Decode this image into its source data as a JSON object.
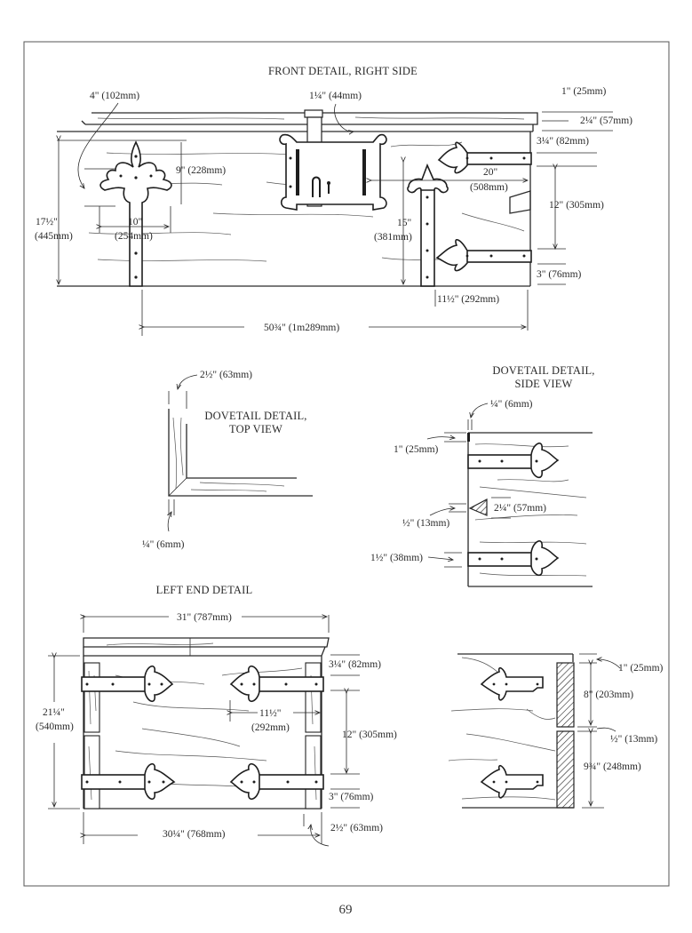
{
  "page_number": "69",
  "front_detail": {
    "title": "FRONT DETAIL, RIGHT SIDE",
    "dims": {
      "hinge_offset": "4\" (102mm)",
      "post_width": "1¼\" (44mm)",
      "lid_lip": "1\" (25mm)",
      "lid_thickness": "2¼\" (57mm)",
      "top_to_strap": "3¼\" (82mm)",
      "escutcheon_height": "9\" (228mm)",
      "overall_height_in": "17½\"",
      "overall_height_mm": "(445mm)",
      "escutcheon_width_in": "10\"",
      "escutcheon_width_mm": "(254mm)",
      "strap_length_in": "20\"",
      "strap_length_mm": "(508mm)",
      "strap_spacing": "12\" (305mm)",
      "vertical_strap_in": "15\"",
      "vertical_strap_mm": "(381mm)",
      "bottom_strap": "3\" (76mm)",
      "strap_offset": "11½\" (292mm)",
      "overall_length": "50¾\" (1m289mm)"
    }
  },
  "dovetail_top": {
    "title_line1": "DOVETAIL DETAIL,",
    "title_line2": "TOP VIEW",
    "dims": {
      "board_width": "2½\" (63mm)",
      "inset": "¼\" (6mm)"
    }
  },
  "dovetail_side": {
    "title_line1": "DOVETAIL DETAIL,",
    "title_line2": "SIDE VIEW",
    "dims": {
      "inset": "¼\" (6mm)",
      "top_gap": "1\" (25mm)",
      "dovetail_size": "2¼\" (57mm)",
      "dovetail_gap": "½\" (13mm)",
      "strap_offset": "1½\" (38mm)"
    }
  },
  "left_end": {
    "title": "LEFT END DETAIL",
    "dims": {
      "lid_width": "31\" (787mm)",
      "height_in": "21¼\"",
      "height_mm": "(540mm)",
      "top_to_strap": "3¼\" (82mm)",
      "strap_length_in": "11½\"",
      "strap_length_mm": "(292mm)",
      "strap_spacing": "12\" (305mm)",
      "bottom_strap": "3\" (76mm)",
      "leg_width": "2½\" (63mm)",
      "body_width": "30¼\" (768mm)"
    }
  },
  "end_section": {
    "dims": {
      "top_gap": "1\" (25mm)",
      "upper_board": "8\" (203mm)",
      "gap": "½\" (13mm)",
      "lower_board": "9¾\" (248mm)"
    }
  }
}
